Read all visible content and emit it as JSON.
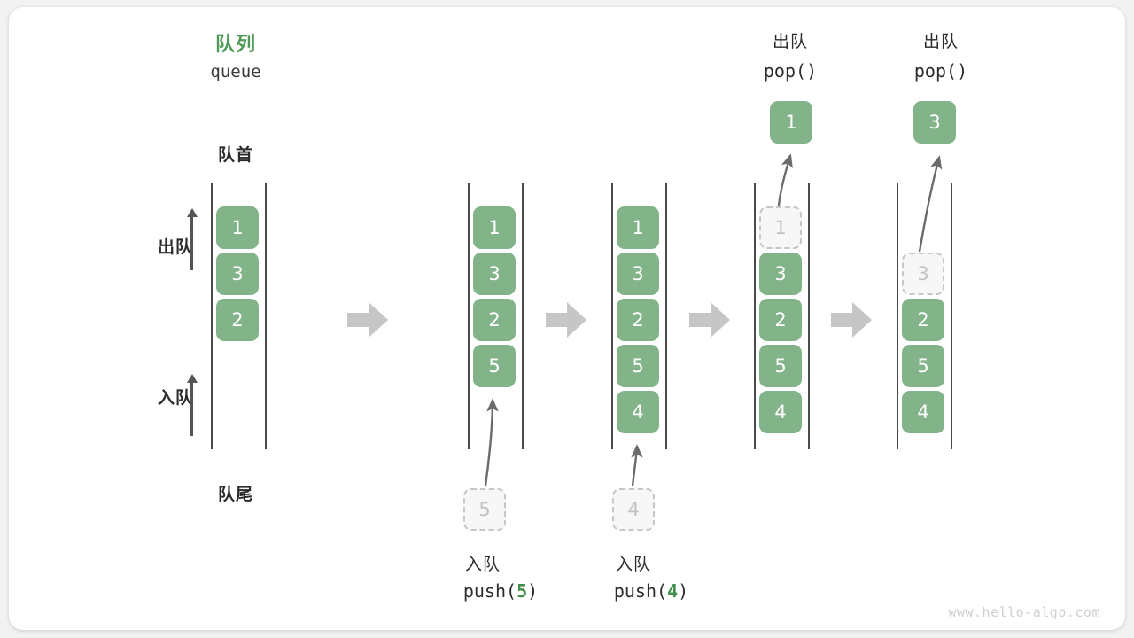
{
  "diagram": {
    "title_cn": "队列",
    "title_en": "queue",
    "front_label": "队首",
    "rear_label": "队尾",
    "dequeue_label": "出队",
    "enqueue_label": "入队",
    "watermark": "www.hello-algo.com",
    "accent_color": "#4e9a56",
    "cell_color": "#82b389",
    "ghost_color": "#c2c2c2",
    "arrow_color": "#bfbfbf"
  },
  "stages": [
    {
      "id": "stage-initial",
      "cells": [
        {
          "value": "1",
          "state": "filled"
        },
        {
          "value": "3",
          "state": "filled"
        },
        {
          "value": "2",
          "state": "filled"
        }
      ]
    },
    {
      "id": "stage-push-5",
      "cells": [
        {
          "value": "1",
          "state": "filled"
        },
        {
          "value": "3",
          "state": "filled"
        },
        {
          "value": "2",
          "state": "filled"
        },
        {
          "value": "5",
          "state": "filled"
        }
      ],
      "incoming": {
        "value": "5",
        "state": "ghost"
      },
      "op_cn": "入队",
      "op_code_prefix": "push(",
      "op_code_num": "5",
      "op_code_suffix": ")"
    },
    {
      "id": "stage-push-4",
      "cells": [
        {
          "value": "1",
          "state": "filled"
        },
        {
          "value": "3",
          "state": "filled"
        },
        {
          "value": "2",
          "state": "filled"
        },
        {
          "value": "5",
          "state": "filled"
        },
        {
          "value": "4",
          "state": "filled"
        }
      ],
      "incoming": {
        "value": "4",
        "state": "ghost"
      },
      "op_cn": "入队",
      "op_code_prefix": "push(",
      "op_code_num": "4",
      "op_code_suffix": ")"
    },
    {
      "id": "stage-pop-1",
      "cells": [
        {
          "value": "1",
          "state": "ghost"
        },
        {
          "value": "3",
          "state": "filled"
        },
        {
          "value": "2",
          "state": "filled"
        },
        {
          "value": "5",
          "state": "filled"
        },
        {
          "value": "4",
          "state": "filled"
        }
      ],
      "outgoing": {
        "value": "1",
        "state": "filled"
      },
      "op_cn": "出队",
      "op_code_prefix": "pop(",
      "op_code_num": "",
      "op_code_suffix": ")"
    },
    {
      "id": "stage-pop-3",
      "cells": [
        {
          "value": "",
          "state": "empty"
        },
        {
          "value": "3",
          "state": "ghost"
        },
        {
          "value": "2",
          "state": "filled"
        },
        {
          "value": "5",
          "state": "filled"
        },
        {
          "value": "4",
          "state": "filled"
        }
      ],
      "outgoing": {
        "value": "3",
        "state": "filled"
      },
      "op_cn": "出队",
      "op_code_prefix": "pop(",
      "op_code_num": "",
      "op_code_suffix": ")"
    }
  ]
}
